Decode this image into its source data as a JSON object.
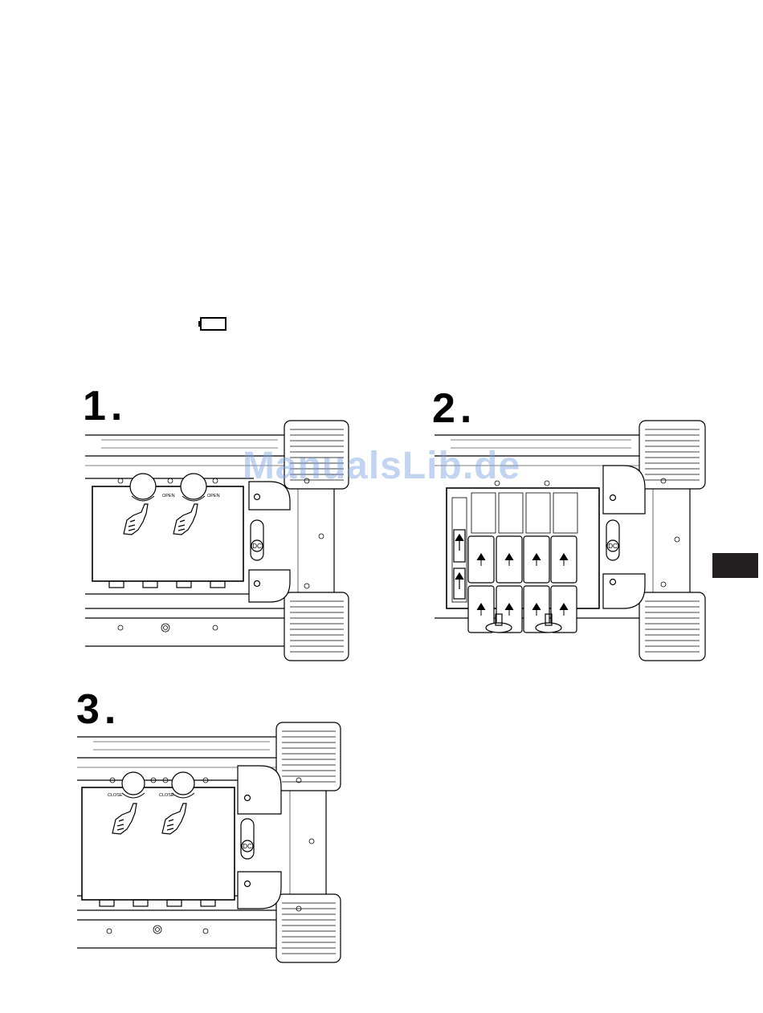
{
  "page": {
    "steps": [
      {
        "number": "1.",
        "knob_labels": [
          "OPEN",
          "OPEN"
        ],
        "dc_label": "DC"
      },
      {
        "number": "2.",
        "dc_label": "DC"
      },
      {
        "number": "3.",
        "knob_labels": [
          "CLOSE",
          "CLOSE"
        ],
        "dc_label": "DC"
      }
    ],
    "watermark": "ManualsLib.de",
    "icons": {
      "battery": "battery-icon",
      "hand": "pointing-hand-icon",
      "arrow": "up-arrow-icon"
    },
    "colors": {
      "line": "#000000",
      "side_tab": "#231f20",
      "watermark": "#78a0e1"
    }
  }
}
